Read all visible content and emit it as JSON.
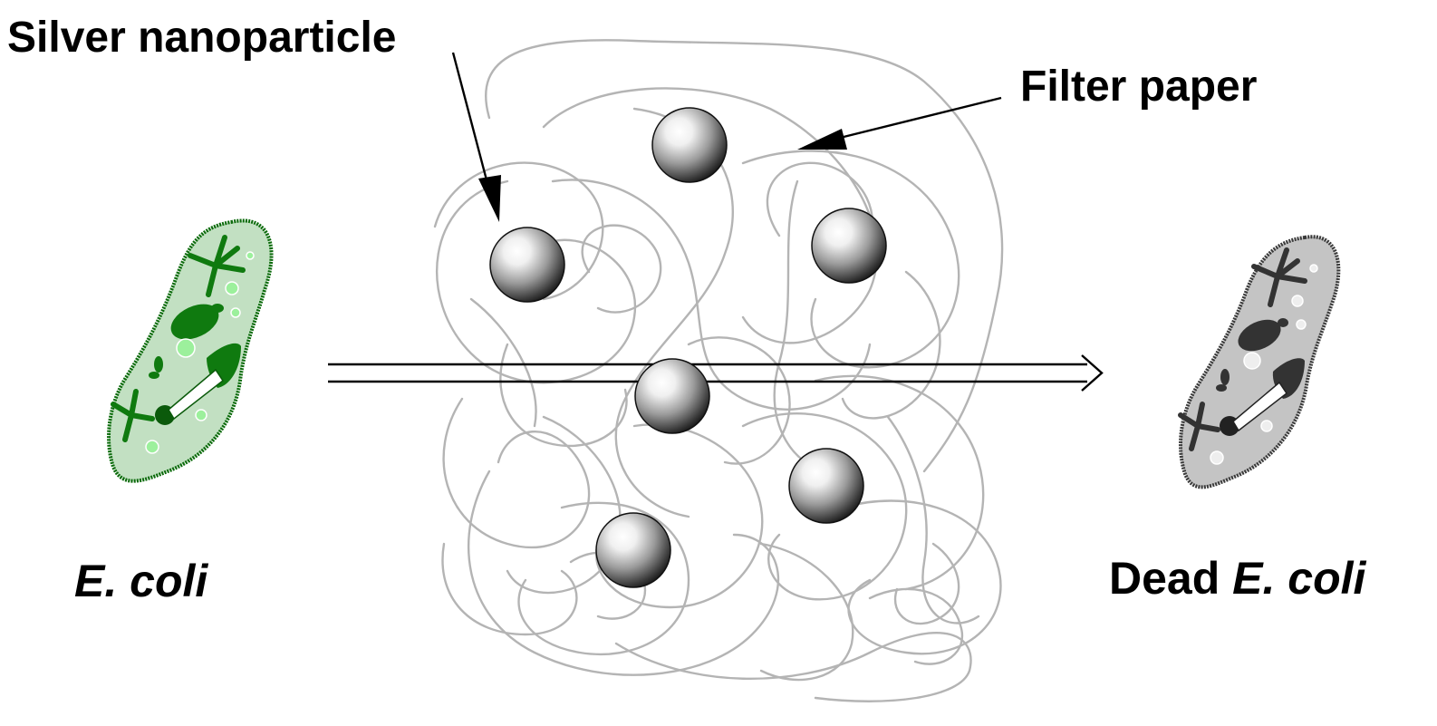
{
  "labels": {
    "silver_nanoparticle": "Silver nanoparticle",
    "filter_paper": "Filter paper",
    "ecoli": "E. coli",
    "dead_prefix": "Dead ",
    "dead_ecoli": "E. coli"
  },
  "colors": {
    "fiber": "#b4b4b4",
    "arrow": "#000000",
    "live_cell_fill": "#c2e0c2",
    "live_cell_outline": "#0b6a0b",
    "live_cell_organelle": "#0f7a0f",
    "dead_cell_fill": "#c4c4c4",
    "dead_cell_outline": "#3a3a3a",
    "dead_cell_organelle": "#333333"
  },
  "icons": {
    "live_cell": "ecoli-cell-icon",
    "dead_cell": "dead-ecoli-cell-icon",
    "nanoparticle": "silver-sphere-icon",
    "flow_arrow": "double-line-arrow-icon"
  }
}
